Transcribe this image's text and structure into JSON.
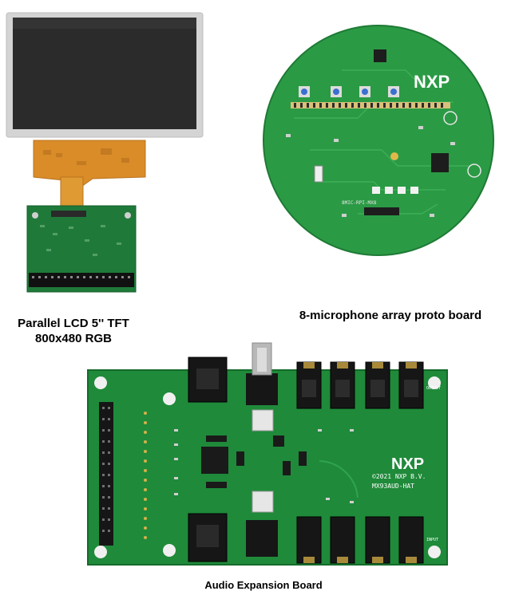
{
  "captions": {
    "lcd_line1": "Parallel LCD 5'' TFT",
    "lcd_line2": "800x480 RGB",
    "mic": "8-microphone array proto board",
    "audio": "Audio Expansion Board"
  },
  "board_text": {
    "mic_logo": "NXP",
    "mic_part": "8MIC-RPI-MX8",
    "audio_logo": "NXP",
    "audio_copyright": "©2021 NXP B.V.",
    "audio_part": "MX93AUD-HAT",
    "output_label": "OUTPUT",
    "input_label": "INPUT"
  },
  "colors": {
    "pcb_green": "#1f8a3a",
    "pcb_dark": "#146b2a",
    "screen": "#2a2a2a",
    "bezel": "#d9d9d9",
    "flex": "#d9902a",
    "connector": "#1a1a1a"
  }
}
